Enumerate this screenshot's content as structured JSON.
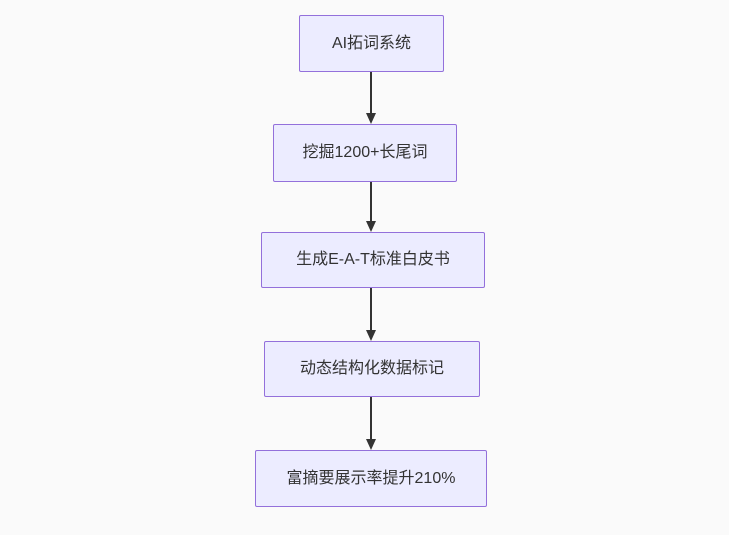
{
  "colors": {
    "background": "#fafafa",
    "node_fill": "#ECECFF",
    "node_border": "#9370DB",
    "arrow_color": "#333333",
    "text_color": "#333333"
  },
  "flowchart": {
    "type": "flowchart-top-down",
    "nodes": [
      {
        "id": "A",
        "label": "AI拓词系统"
      },
      {
        "id": "B",
        "label": "挖掘1200+长尾词"
      },
      {
        "id": "C",
        "label": "生成E-A-T标准白皮书"
      },
      {
        "id": "D",
        "label": "动态结构化数据标记"
      },
      {
        "id": "E",
        "label": "富摘要展示率提升210%"
      }
    ],
    "edges": [
      {
        "from": "A",
        "to": "B"
      },
      {
        "from": "B",
        "to": "C"
      },
      {
        "from": "C",
        "to": "D"
      },
      {
        "from": "D",
        "to": "E"
      }
    ]
  }
}
